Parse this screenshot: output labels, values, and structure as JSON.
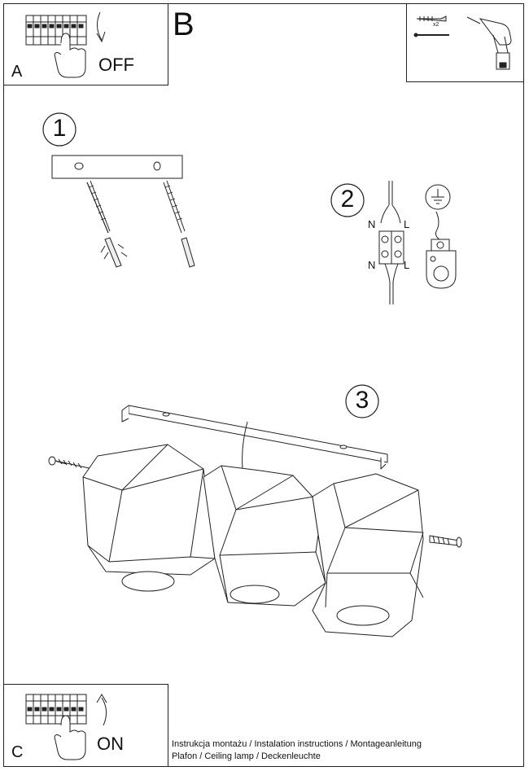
{
  "panel_a": {
    "letter": "A",
    "state": "OFF"
  },
  "panel_b": {
    "letter": "B",
    "fixing_count": "x2"
  },
  "panel_c": {
    "letter": "C",
    "state": "ON"
  },
  "steps": {
    "one": "1",
    "two": "2",
    "three": "3"
  },
  "wiring": {
    "neutral_top": "N",
    "live_top": "L",
    "neutral_bottom": "N",
    "live_bottom": "L"
  },
  "footer": {
    "line1": "Instrukcja montażu / Instalation instructions / Montageanleitung",
    "line2": "Plafon / Ceiling lamp / Deckenleuchte"
  },
  "colors": {
    "line": "#222222",
    "background": "#ffffff"
  }
}
